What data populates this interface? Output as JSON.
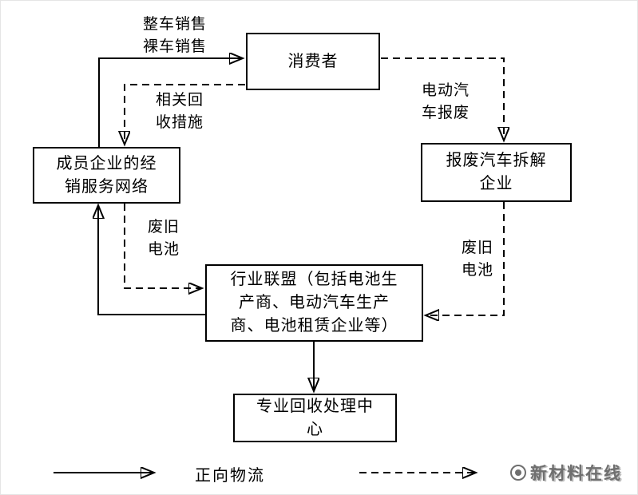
{
  "nodes": {
    "consumer": "消费者",
    "member_network": "成员企业的经\n销服务网络",
    "dismantler": "报废汽车拆解\n企业",
    "alliance": "行业联盟（包括电池生\n产商、电动汽车生产\n商、电池租赁企业等）",
    "recycle_center": "专业回收处理中\n心"
  },
  "edge_labels": {
    "vehicle_sales": "整车销售\n裸车销售",
    "recycle_measures": "相关回\n收措施",
    "ev_scrapping": "电动汽\n车报废",
    "waste_battery_from_network": "废旧\n电池",
    "waste_battery_from_dismantler": "废旧\n电池"
  },
  "legend": {
    "solid_arrow_label": "正向物流"
  },
  "watermark": {
    "text": "新材料在线"
  },
  "colors": {
    "line": "#000000",
    "background": "#ffffff",
    "watermark": "#6f6f6f"
  }
}
